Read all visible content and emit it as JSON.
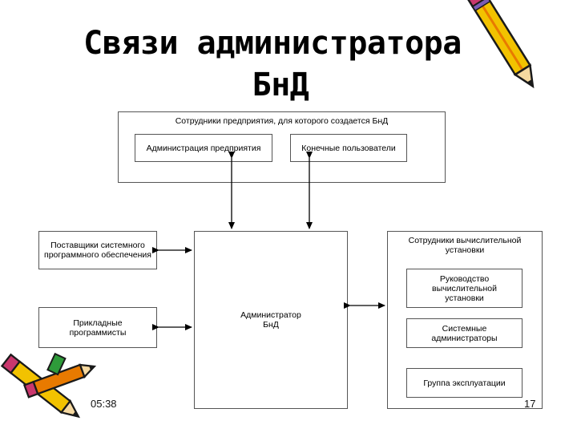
{
  "slide": {
    "title_line1": "Связи администратора",
    "title_line2": "БнД",
    "time": "05:38",
    "page_number": "17"
  },
  "diagram": {
    "employees_group": {
      "label": "Сотрудники предприятия, для которого создается БнД",
      "items": [
        "Администрация предприятия",
        "Конечные пользователи"
      ]
    },
    "vendors": "Поставщики системного программного обеспечения",
    "app_programmers": "Прикладные программисты",
    "admin": "Администратор БнД",
    "compute_group": {
      "label": "Сотрудники вычислительной установки",
      "items": [
        "Руководство вычислительной установки",
        "Системные администраторы",
        "Группа эксплуатации"
      ]
    }
  },
  "colors": {
    "pencil_yellow": "#f2c200",
    "pencil_orange": "#e87a00",
    "pencil_tip": "#1a1a1a",
    "eraser": "#c9376d",
    "pencil_green": "#2e9b3a",
    "pencil_purple": "#7a5bb5"
  },
  "icons": [
    "pencil-icon",
    "pencils-cluster-icon"
  ]
}
